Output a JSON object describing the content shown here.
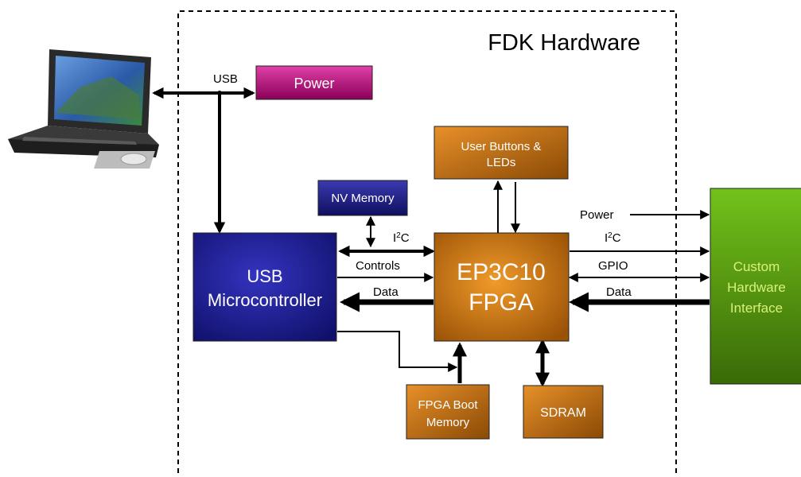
{
  "frame": {
    "title": "FDK Hardware"
  },
  "external": {
    "laptop": "laptop-computer"
  },
  "blocks": {
    "power": {
      "label": "Power",
      "color": "#c2007a"
    },
    "user_buttons": {
      "lines": [
        "User Buttons &",
        "LEDs"
      ],
      "color": "#b8650a"
    },
    "nv_memory": {
      "label": "NV Memory",
      "color": "#1a1a8c"
    },
    "usb_mcu": {
      "lines": [
        "USB",
        "Microcontroller"
      ],
      "color": "#1e1e96"
    },
    "fpga": {
      "lines": [
        "EP3C10",
        "FPGA"
      ],
      "color": "#c8720c"
    },
    "boot_memory": {
      "lines": [
        "FPGA Boot",
        "Memory"
      ],
      "color": "#b8650a"
    },
    "sdram": {
      "label": "SDRAM",
      "color": "#b8650a"
    },
    "custom_hw": {
      "lines": [
        "Custom",
        "Hardware",
        "Interface"
      ],
      "color": "#5aa010",
      "text_color": "#d9f07a"
    }
  },
  "connections": {
    "usb": {
      "label": "USB"
    },
    "i2c_left": {
      "label": "I",
      "sup": "2",
      "suffix": "C"
    },
    "controls": {
      "label": "Controls"
    },
    "data_left": {
      "label": "Data"
    },
    "power_right": {
      "label": "Power"
    },
    "i2c_right": {
      "label": "I",
      "sup": "2",
      "suffix": "C"
    },
    "gpio": {
      "label": "GPIO"
    },
    "data_right": {
      "label": "Data"
    }
  }
}
